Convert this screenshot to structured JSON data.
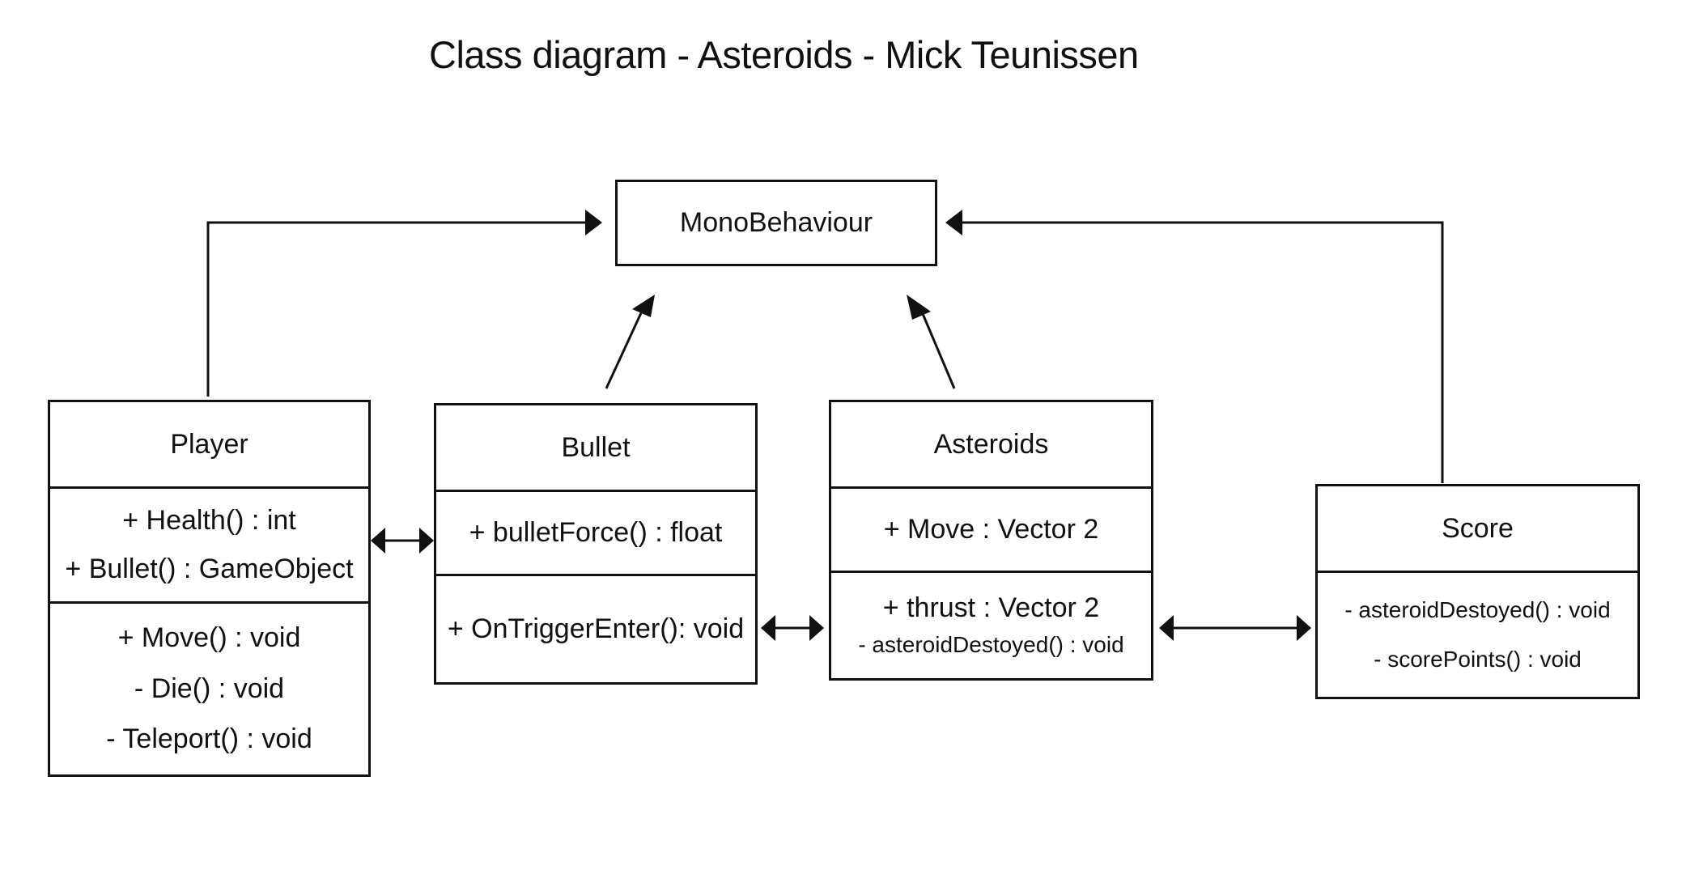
{
  "diagram": {
    "title": "Class diagram - Asteroids - Mick Teunissen",
    "line_color": "#111111",
    "background": "#ffffff",
    "classes": {
      "monobehaviour": {
        "name": "MonoBehaviour"
      },
      "player": {
        "name": "Player",
        "attributes": [
          "+ Health() : int",
          "+ Bullet() : GameObject"
        ],
        "methods": [
          "+ Move() : void",
          "- Die() : void",
          "- Teleport() : void"
        ]
      },
      "bullet": {
        "name": "Bullet",
        "attributes": [
          "+ bulletForce() : float"
        ],
        "methods": [
          "+ OnTriggerEnter(): void"
        ]
      },
      "asteroids": {
        "name": "Asteroids",
        "attributes": [
          "+ Move : Vector 2"
        ],
        "methods": [
          "+ thrust : Vector 2",
          "- asteroidDestoyed() : void"
        ]
      },
      "score": {
        "name": "Score",
        "methods": [
          "- asteroidDestoyed() : void",
          "- scorePoints() : void"
        ]
      }
    },
    "relations": [
      {
        "from": "Player",
        "to": "MonoBehaviour",
        "kind": "inheritance"
      },
      {
        "from": "Bullet",
        "to": "MonoBehaviour",
        "kind": "inheritance"
      },
      {
        "from": "Asteroids",
        "to": "MonoBehaviour",
        "kind": "inheritance"
      },
      {
        "from": "Score",
        "to": "MonoBehaviour",
        "kind": "inheritance"
      },
      {
        "from": "Player",
        "to": "Bullet",
        "kind": "bidirectional"
      },
      {
        "from": "Bullet",
        "to": "Asteroids",
        "kind": "bidirectional"
      },
      {
        "from": "Asteroids",
        "to": "Score",
        "kind": "bidirectional"
      }
    ]
  }
}
